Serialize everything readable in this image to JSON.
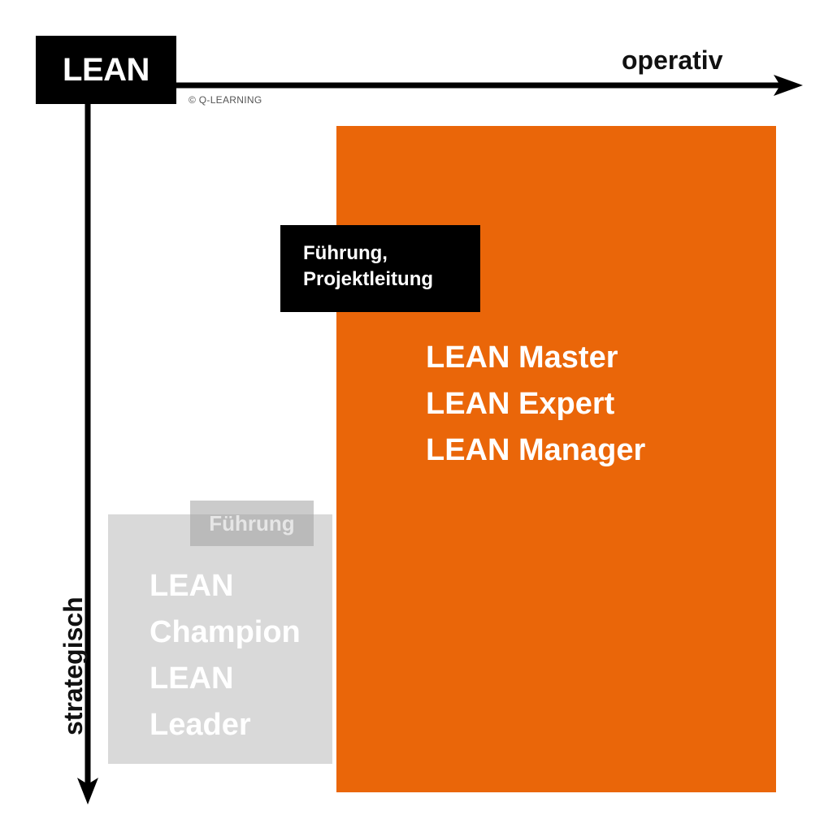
{
  "title_box": {
    "label": "LEAN"
  },
  "copyright": "© Q-LEARNING",
  "axes": {
    "x_label": "operativ",
    "y_label": "strategisch"
  },
  "colors": {
    "orange": "#ea6609",
    "grey": "#d9d9d9",
    "black": "#000000"
  },
  "operative_block": {
    "tag": [
      "Führung,",
      "Projektleitung"
    ],
    "roles": [
      "LEAN Master",
      "LEAN Expert",
      "LEAN Manager"
    ]
  },
  "strategic_block": {
    "tag": "Führung",
    "roles": [
      "LEAN",
      "Champion",
      "LEAN",
      "Leader"
    ]
  }
}
